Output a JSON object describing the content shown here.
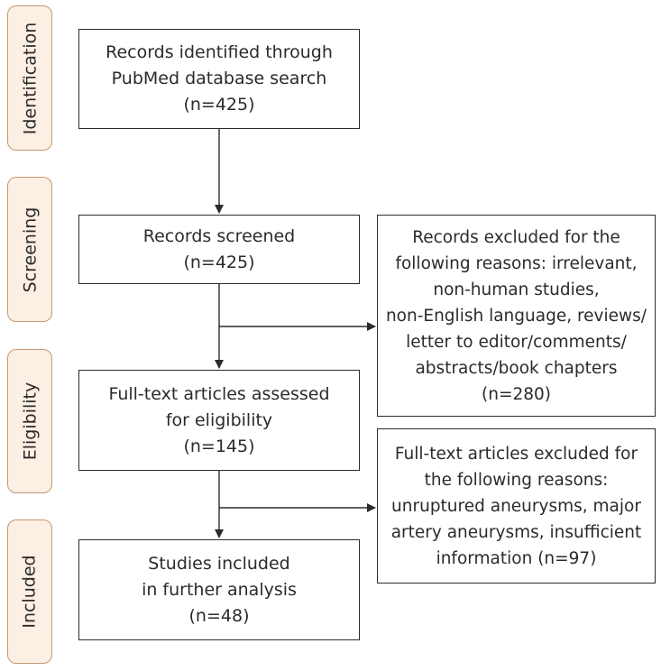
{
  "colors": {
    "stage_fill": "#fcefe3",
    "stage_border": "#c49a74",
    "line": "#2b2b2b"
  },
  "stages": [
    {
      "label": "Identification"
    },
    {
      "label": "Screening"
    },
    {
      "label": "Eligibility"
    },
    {
      "label": "Included"
    }
  ],
  "boxes": {
    "identified": [
      "Records identified through",
      "PubMed database search",
      "(n=425)"
    ],
    "screened": [
      "Records screened",
      "(n=425)"
    ],
    "fulltext": [
      "Full-text articles assessed",
      "for eligibility",
      "(n=145)"
    ],
    "included": [
      "Studies included",
      "in further analysis",
      "(n=48)"
    ],
    "excluded_records": [
      "Records excluded for the",
      "following reasons: irrelevant,",
      "non-human studies,",
      "non-English language, reviews/",
      "letter to editor/comments/",
      "abstracts/book chapters",
      "(n=280)"
    ],
    "excluded_fulltext": [
      "Full-text articles excluded for",
      "the following reasons:",
      "unruptured aneurysms, major",
      "artery aneurysms, insufficient",
      "information (n=97)"
    ]
  }
}
